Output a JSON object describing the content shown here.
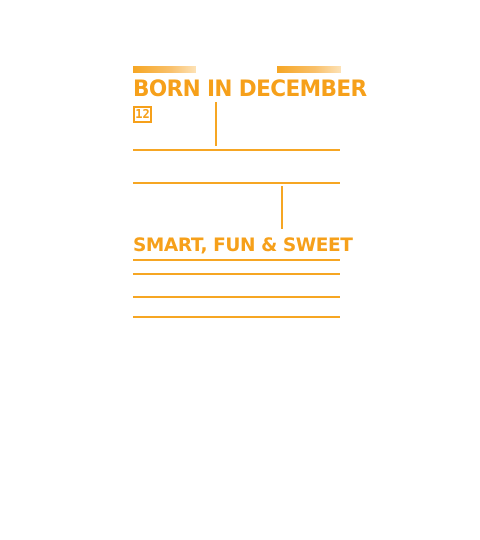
{
  "design": {
    "headline": "BORN IN DECEMBER",
    "month_number": "12",
    "tagline": "SMART, FUN & SWEET",
    "colors": {
      "accent": "#f6a01a",
      "background": "#ffffff"
    }
  }
}
